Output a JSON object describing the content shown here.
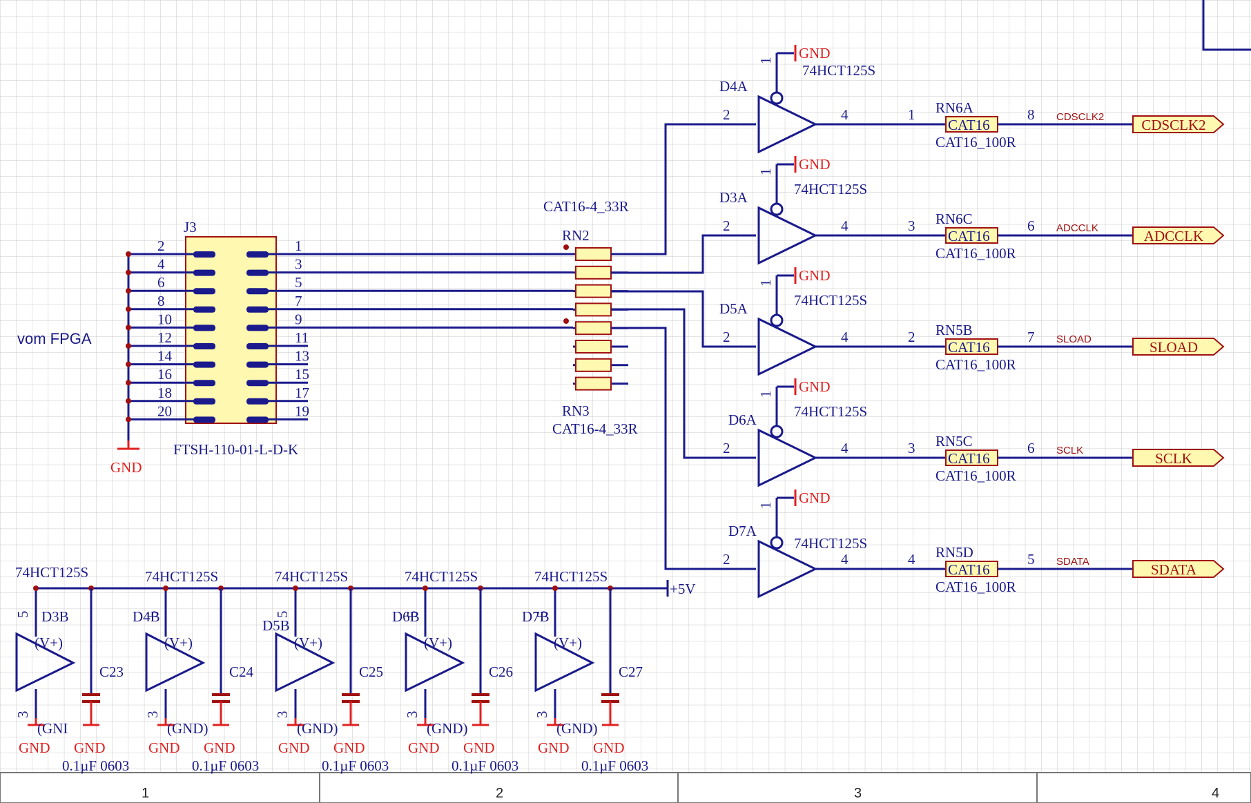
{
  "connector": {
    "ref": "J3",
    "part": "FTSH-110-01-L-D-K",
    "side_label": "vom FPGA",
    "gnd": "GND",
    "left_pins": [
      "2",
      "4",
      "6",
      "8",
      "10",
      "12",
      "14",
      "16",
      "18",
      "20"
    ],
    "right_pins": [
      "1",
      "3",
      "5",
      "7",
      "9",
      "11",
      "13",
      "15",
      "17",
      "19"
    ]
  },
  "resistor_networks": {
    "rn2_ref": "RN2",
    "rn2_value": "CAT16-4_33R",
    "rn3_ref": "RN3",
    "rn3_value": "CAT16-4_33R"
  },
  "buffers": [
    {
      "ref": "D4A",
      "part": "74HCT125S",
      "gnd": "GND",
      "pin_oe": "1",
      "pin_in": "2",
      "pin_out": "4",
      "rn_ref": "RN6A",
      "rn_body": "CAT16",
      "rn_value": "CAT16_100R",
      "rn_pin_in": "1",
      "rn_pin_out": "8",
      "net": "CDSCLK2",
      "port": "CDSCLK2"
    },
    {
      "ref": "D3A",
      "part": "74HCT125S",
      "gnd": "GND",
      "pin_oe": "1",
      "pin_in": "2",
      "pin_out": "4",
      "rn_ref": "RN6C",
      "rn_body": "CAT16",
      "rn_value": "CAT16_100R",
      "rn_pin_in": "3",
      "rn_pin_out": "6",
      "net": "ADCCLK",
      "port": "ADCCLK"
    },
    {
      "ref": "D5A",
      "part": "74HCT125S",
      "gnd": "GND",
      "pin_oe": "1",
      "pin_in": "2",
      "pin_out": "4",
      "rn_ref": "RN5B",
      "rn_body": "CAT16",
      "rn_value": "CAT16_100R",
      "rn_pin_in": "2",
      "rn_pin_out": "7",
      "net": "SLOAD",
      "port": "SLOAD"
    },
    {
      "ref": "D6A",
      "part": "74HCT125S",
      "gnd": "GND",
      "pin_oe": "1",
      "pin_in": "2",
      "pin_out": "4",
      "rn_ref": "RN5C",
      "rn_body": "CAT16",
      "rn_value": "CAT16_100R",
      "rn_pin_in": "3",
      "rn_pin_out": "6",
      "net": "SCLK",
      "port": "SCLK"
    },
    {
      "ref": "D7A",
      "part": "74HCT125S",
      "gnd": "GND",
      "pin_oe": "1",
      "pin_in": "2",
      "pin_out": "4",
      "rn_ref": "RN5D",
      "rn_body": "CAT16",
      "rn_value": "CAT16_100R",
      "rn_pin_in": "4",
      "rn_pin_out": "5",
      "net": "SDATA",
      "port": "SDATA"
    }
  ],
  "power_units": [
    {
      "ref": "D3B",
      "part": "74HCT125S",
      "vplus": "(V+)",
      "pin_v": "5",
      "pin_g": "3",
      "gnd_label": "(GNI",
      "gnd": "GND",
      "cap_ref": "C23",
      "cap_value": "0.1µF 0603",
      "cap_gnd": "GND"
    },
    {
      "ref": "D4B",
      "part": "74HCT125S",
      "vplus": "(V+)",
      "pin_v": "5",
      "pin_g": "3",
      "gnd_label": "(GND)",
      "gnd": "GND",
      "cap_ref": "C24",
      "cap_value": "0.1µF 0603",
      "cap_gnd": "GND"
    },
    {
      "ref": "D5B",
      "part": "74HCT125S",
      "vplus": "(V+)",
      "pin_v": "5",
      "pin_g": "3",
      "gnd_label": "(GND)",
      "gnd": "GND",
      "cap_ref": "C25",
      "cap_value": "0.1µF 0603",
      "cap_gnd": "GND"
    },
    {
      "ref": "D6B",
      "part": "74HCT125S",
      "vplus": "(V+)",
      "pin_v": "5",
      "pin_g": "3",
      "gnd_label": "(GND)",
      "gnd": "GND",
      "cap_ref": "C26",
      "cap_value": "0.1µF 0603",
      "cap_gnd": "GND"
    },
    {
      "ref": "D7B",
      "part": "74HCT125S",
      "vplus": "(V+)",
      "pin_v": "5",
      "pin_g": "3",
      "gnd_label": "(GND)",
      "gnd": "GND",
      "cap_ref": "C27",
      "cap_value": "0.1µF 0603",
      "cap_gnd": "GND"
    }
  ],
  "supply": "+5V",
  "zones": [
    "1",
    "2",
    "3",
    "4"
  ]
}
